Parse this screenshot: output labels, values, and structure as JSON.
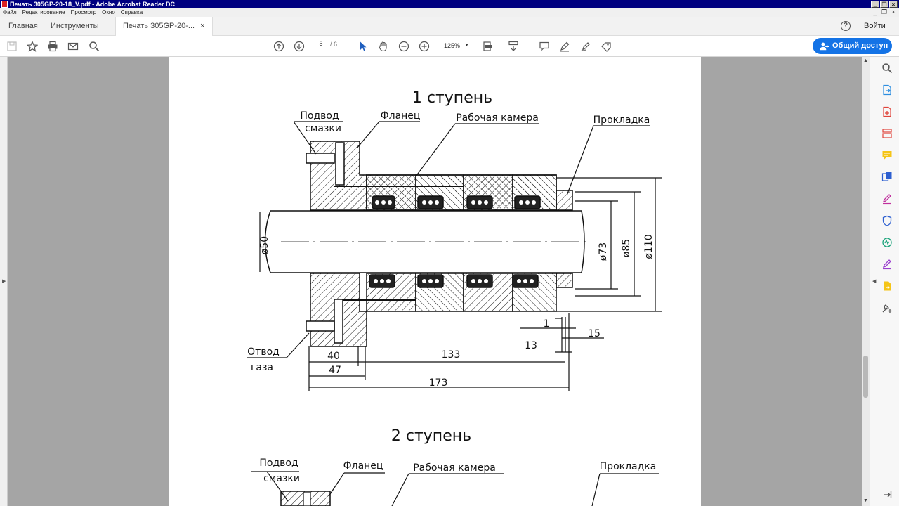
{
  "window": {
    "title": "Печать 305GP-20-18_V.pdf - Adobe Acrobat Reader DC",
    "controls": [
      "_",
      "❐",
      "×"
    ]
  },
  "menu": [
    "Файл",
    "Редактирование",
    "Просмотр",
    "Окно",
    "Справка"
  ],
  "tabs": {
    "home": "Главная",
    "tools": "Инструменты",
    "doc": "Печать 305GP-20-...",
    "close": "×"
  },
  "header": {
    "help": "?",
    "signin": "Войти"
  },
  "toolbar": {
    "page_current": "5",
    "page_total": "/ 6",
    "zoom": "125%",
    "share": "Общий доступ"
  },
  "drawing": {
    "stage1_title": "1 ступень",
    "stage2_title": "2 ступень",
    "labels": {
      "lube_supply_1": "Подвод",
      "lube_supply_2": "смазки",
      "flange": "Фланец",
      "working_chamber": "Рабочая камера",
      "gasket": "Прокладка",
      "gas_outlet_1": "Отвод",
      "gas_outlet_2": "газа"
    },
    "dimensions": {
      "d50": "ø50",
      "d73": "ø73",
      "d85": "ø85",
      "d110": "ø110",
      "l1": "1",
      "l15": "15",
      "l13": "13",
      "l40": "40",
      "l47": "47",
      "l133": "133",
      "l173": "173"
    }
  },
  "colors": {
    "accent": "#1473e6",
    "titlebar": "#000080",
    "workspace": "#a5a5a5"
  }
}
